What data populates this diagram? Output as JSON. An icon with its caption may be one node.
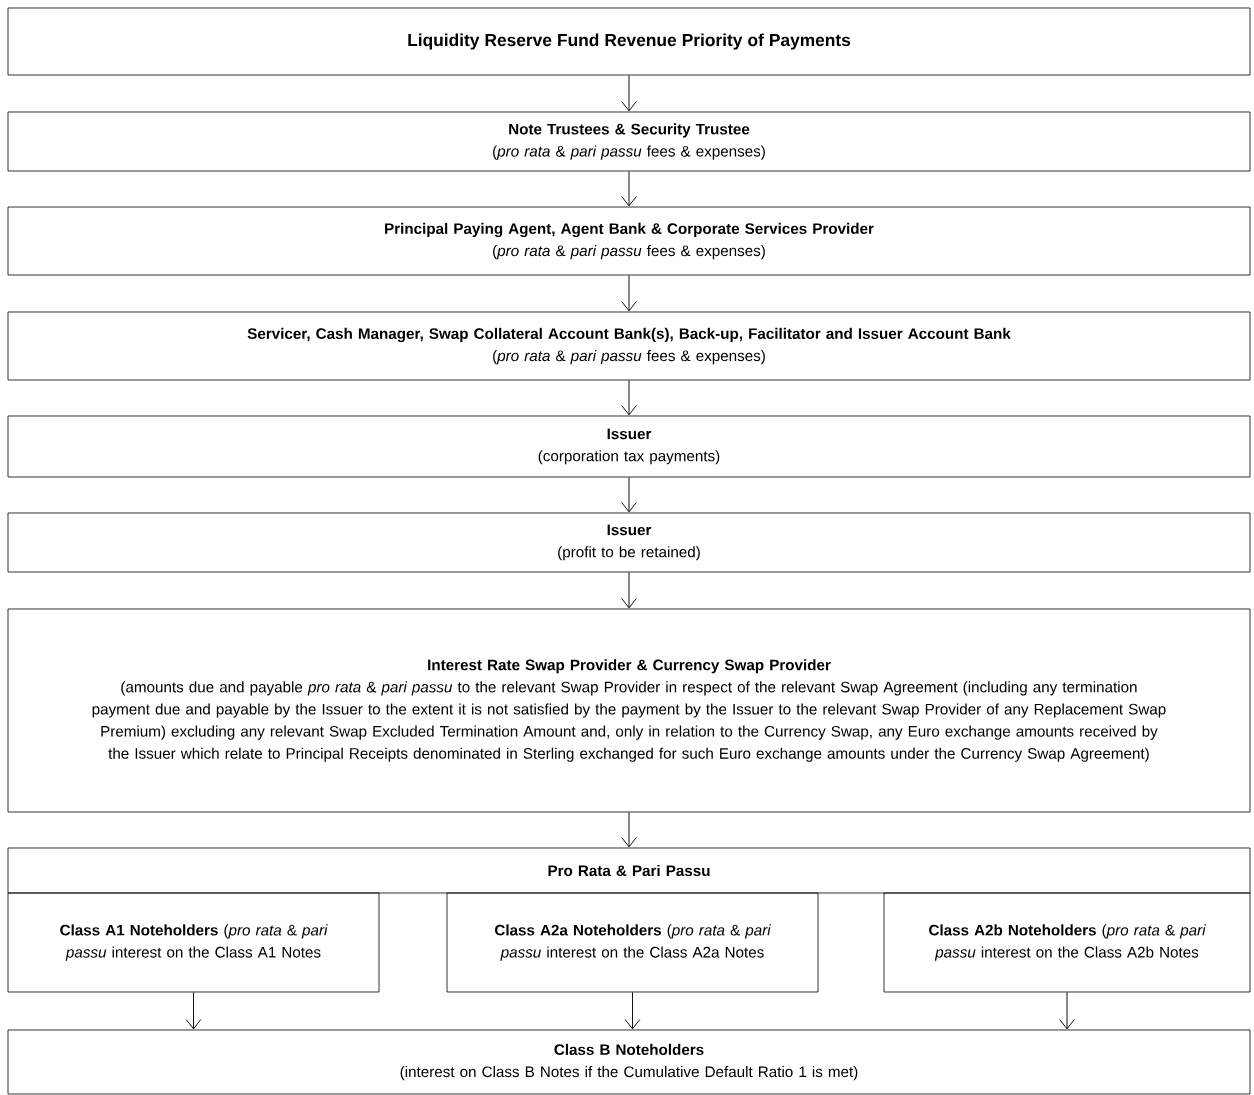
{
  "diagram": {
    "nodes": [
      {
        "text": [
          "Liquidity Reserve Fund Revenue Priority of Payments"
        ]
      },
      {
        "text": [
          "Note Trustees & Security Trustee",
          "(*pro rata* & *pari passu* fees & expenses)"
        ]
      },
      {
        "text": [
          "Principal Paying Agent, Agent Bank & Corporate Services Provider",
          "(*pro rata* & *pari passu* fees & expenses)"
        ]
      },
      {
        "text": [
          "Servicer, Cash Manager, Swap Collateral Account Bank(s), Back-up, Facilitator and Issuer Account Bank",
          "(*pro rata* & *pari passu* fees & expenses)"
        ]
      },
      {
        "text": [
          "Issuer",
          "(corporation tax payments)"
        ]
      },
      {
        "text": [
          "Issuer",
          "(profit to be retained)"
        ]
      },
      {
        "text": [
          "Interest Rate Swap Provider & Currency Swap Provider",
          "(amounts due and payable *pro rata* & *pari passu* to the relevant Swap Provider in respect of the relevant Swap Agreement (including any termination payment due and payable by the Issuer to the extent it is not satisfied by the payment by the Issuer to the relevant Swap Provider of any Replacement Swap Premium) excluding any relevant Swap Excluded Termination Amount and, only in relation to the Currency Swap, any Euro exchange amounts received by the Issuer which relate to Principal Receipts denominated in Sterling exchanged for such Euro exchange amounts under the Currency Swap Agreement)"
        ]
      },
      {
        "text": [
          "Pro Rata & Pari Passu"
        ]
      },
      {
        "text": [
          "**Class A1 Noteholders** (*pro rata* & *pari passu* interest on the Class A1 Notes"
        ]
      },
      {
        "text": [
          "**Class A2a Noteholders** (*pro rata* & *pari passu* interest on the Class A2a Notes"
        ]
      },
      {
        "text": [
          "**Class A2b Noteholders** (*pro rata* & *pari passu* interest on the Class A2b Notes"
        ]
      },
      {
        "text": [
          "Class B Noteholders",
          "(interest on Class B Notes if the Cumulative Default Ratio 1 is met)"
        ]
      }
    ],
    "edges": [
      {
        "from": 0,
        "to": 1,
        "arrow": "to"
      },
      {
        "from": 1,
        "to": 2,
        "arrow": "to"
      },
      {
        "from": 2,
        "to": 3,
        "arrow": "to"
      },
      {
        "from": 3,
        "to": 4,
        "arrow": "to"
      },
      {
        "from": 4,
        "to": 5,
        "arrow": "to"
      },
      {
        "from": 5,
        "to": 6,
        "arrow": "to"
      },
      {
        "from": 6,
        "to": 7,
        "arrow": "to"
      },
      {
        "from": 8,
        "to": 11,
        "arrow": "to"
      },
      {
        "from": 9,
        "to": 11,
        "arrow": "to"
      },
      {
        "from": 10,
        "to": 11,
        "arrow": "to"
      }
    ]
  }
}
